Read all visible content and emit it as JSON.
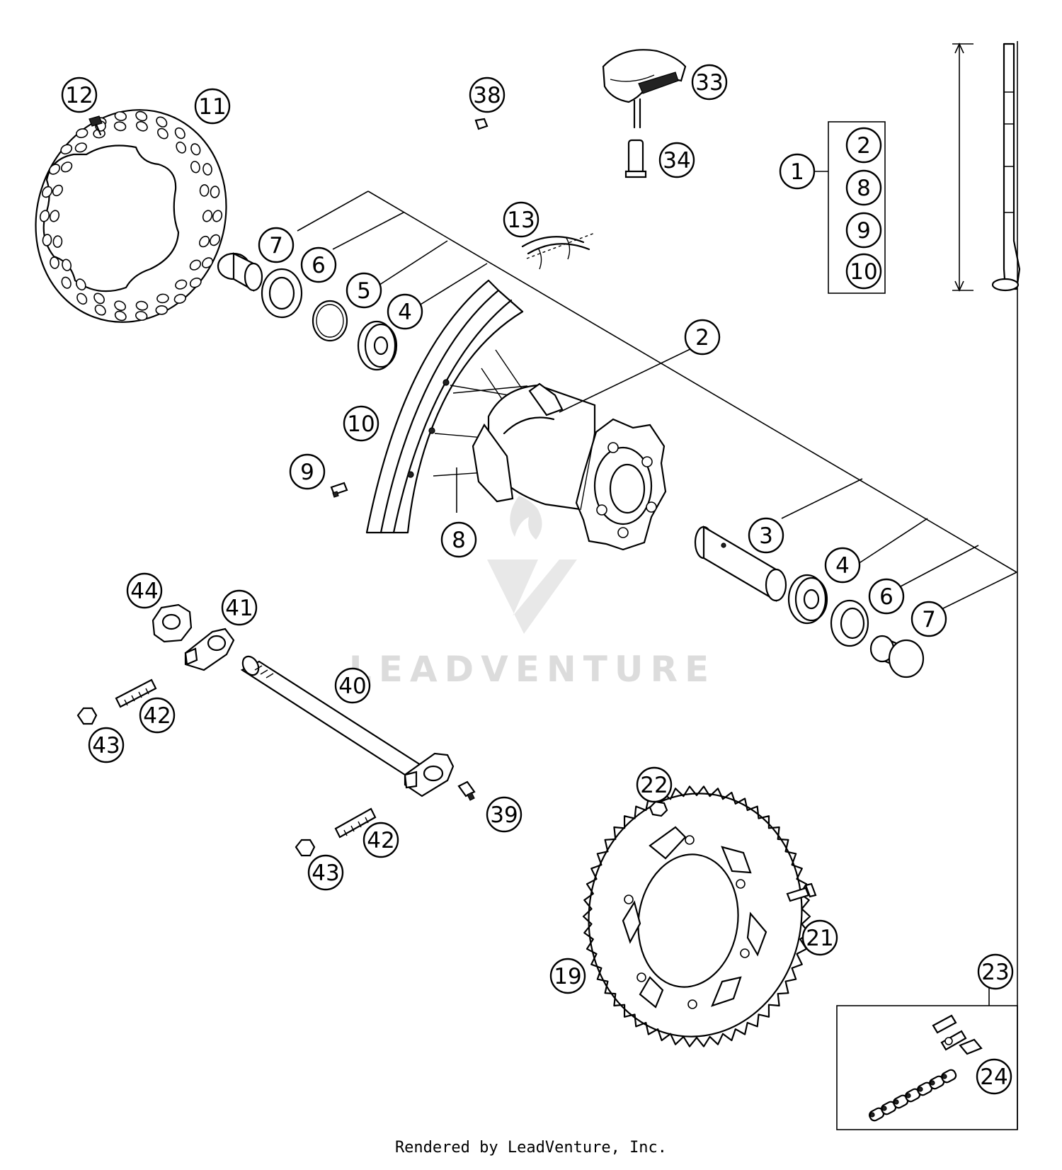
{
  "watermark": "LEADVENTURE",
  "footer": "Rendered by LeadVenture, Inc.",
  "callouts": [
    {
      "id": "c1",
      "label": "1"
    },
    {
      "id": "c2a",
      "label": "2"
    },
    {
      "id": "c2b",
      "label": "2"
    },
    {
      "id": "c3",
      "label": "3"
    },
    {
      "id": "c4a",
      "label": "4"
    },
    {
      "id": "c4b",
      "label": "4"
    },
    {
      "id": "c5",
      "label": "5"
    },
    {
      "id": "c6a",
      "label": "6"
    },
    {
      "id": "c6b",
      "label": "6"
    },
    {
      "id": "c7a",
      "label": "7"
    },
    {
      "id": "c7b",
      "label": "7"
    },
    {
      "id": "c8a",
      "label": "8"
    },
    {
      "id": "c8b",
      "label": "8"
    },
    {
      "id": "c9a",
      "label": "9"
    },
    {
      "id": "c9b",
      "label": "9"
    },
    {
      "id": "c10a",
      "label": "10"
    },
    {
      "id": "c10b",
      "label": "10"
    },
    {
      "id": "c11",
      "label": "11"
    },
    {
      "id": "c12",
      "label": "12"
    },
    {
      "id": "c13",
      "label": "13"
    },
    {
      "id": "c19",
      "label": "19"
    },
    {
      "id": "c21",
      "label": "21"
    },
    {
      "id": "c22",
      "label": "22"
    },
    {
      "id": "c23",
      "label": "23"
    },
    {
      "id": "c24",
      "label": "24"
    },
    {
      "id": "c33",
      "label": "33"
    },
    {
      "id": "c34",
      "label": "34"
    },
    {
      "id": "c38",
      "label": "38"
    },
    {
      "id": "c39",
      "label": "39"
    },
    {
      "id": "c40",
      "label": "40"
    },
    {
      "id": "c41",
      "label": "41"
    },
    {
      "id": "c42a",
      "label": "42"
    },
    {
      "id": "c42b",
      "label": "42"
    },
    {
      "id": "c43a",
      "label": "43"
    },
    {
      "id": "c43b",
      "label": "43"
    },
    {
      "id": "c44",
      "label": "44"
    }
  ]
}
